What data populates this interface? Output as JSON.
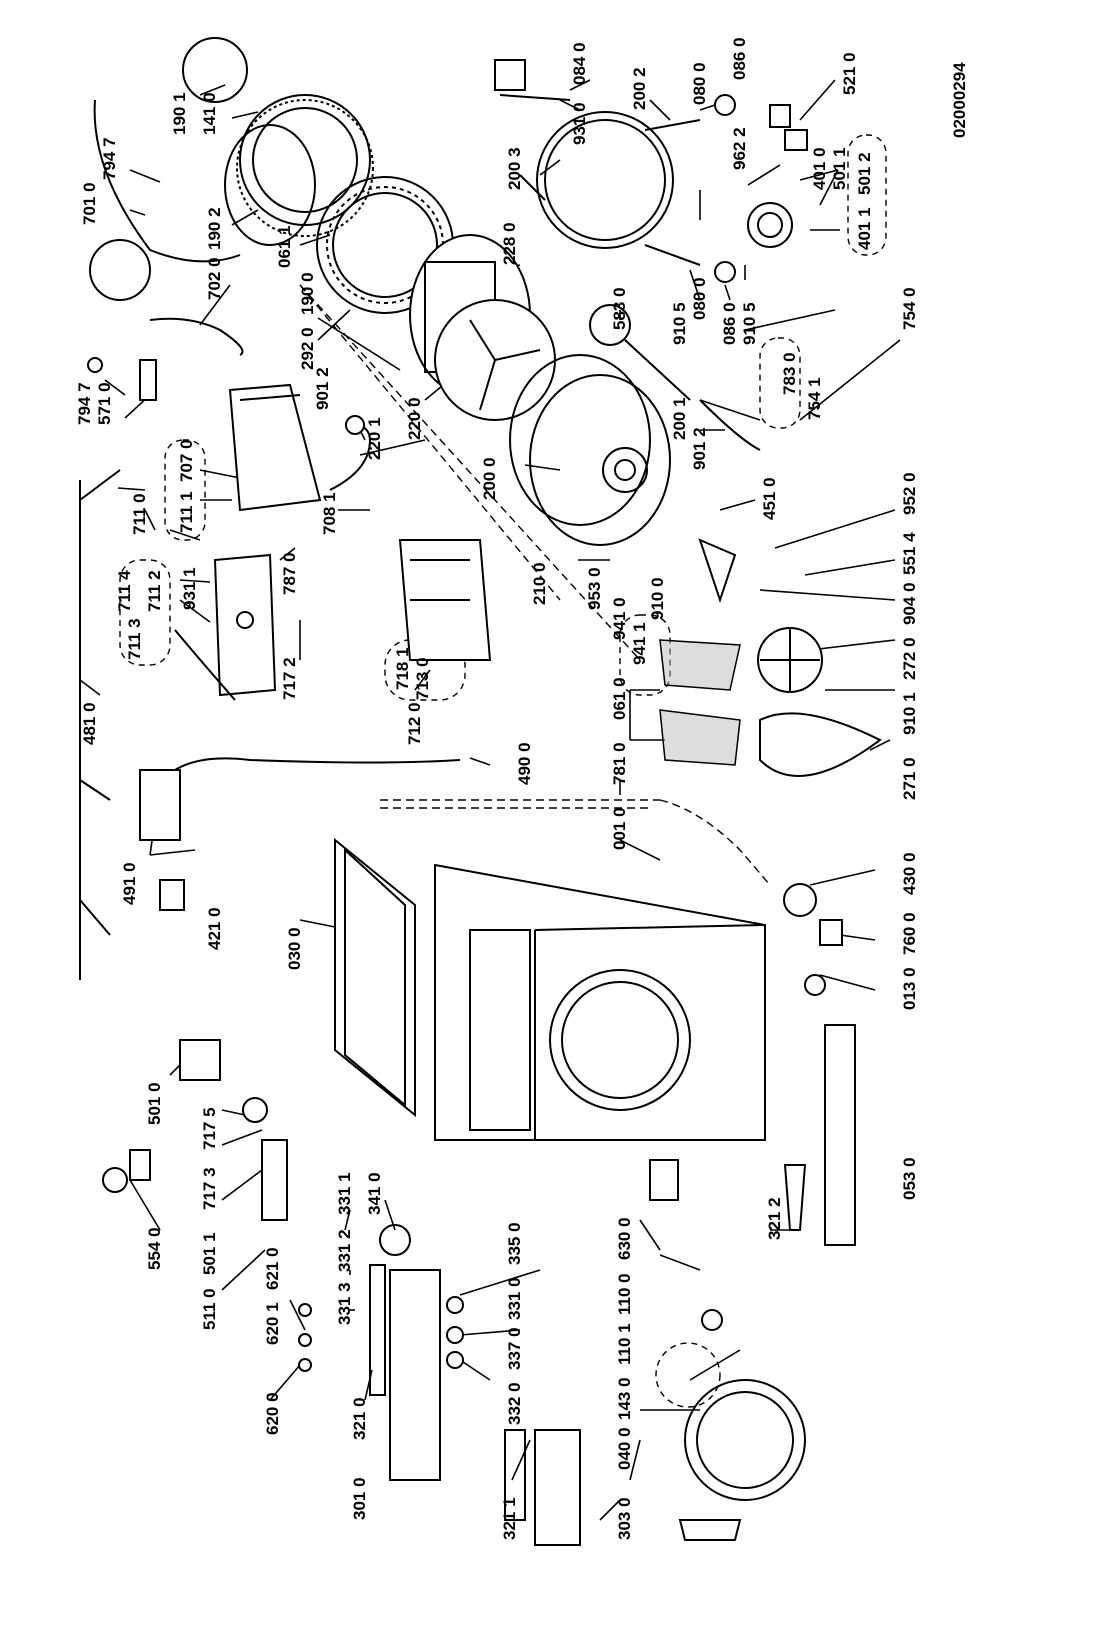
{
  "drawing_code": "02000294",
  "labels": {
    "l1901": "190 1",
    "l1410": "141 0",
    "l7947a": "794 7",
    "l7010": "701 0",
    "l1902": "190 2",
    "l0611": "061 1",
    "l7020": "702 0",
    "l1900": "190 0",
    "l2920": "292 0",
    "l2280": "228 0",
    "l7947b": "794 7",
    "l5710": "571 0",
    "l9012a": "901 2",
    "l2201": "220 1",
    "l2200": "220 0",
    "l7070": "707 0",
    "l7111": "711 1",
    "l7081": "708 1",
    "l7110": "711 0",
    "l2000": "200 0",
    "l7114": "711 4",
    "l7112": "711 2",
    "l7113": "711 3",
    "l9311a": "931 1",
    "l7870": "787 0",
    "l7172": "717 2",
    "l2100": "210 0",
    "l4810": "481 0",
    "l7181": "718 1",
    "l7130": "713 0",
    "l7120": "712 0",
    "l4900": "490 0",
    "l4910": "491 0",
    "l4210": "421 0",
    "l0300": "030 0",
    "l5010": "501 0",
    "l7175": "717 5",
    "l7173": "717 3",
    "l5540": "554 0",
    "l5011": "501 1",
    "l3311": "331 1",
    "l3410": "341 0",
    "l5110": "511 0",
    "l3312": "331 2",
    "l6210": "621 0",
    "l3313": "331 3",
    "l6201": "620 1",
    "l6200": "620 0",
    "l3210": "321 0",
    "l3320": "332 0",
    "l3370": "337 0",
    "l3310": "331 0",
    "l3350": "335 0",
    "l3010": "301 0",
    "l3211": "321 1",
    "l3030": "303 0",
    "l0400": "040 0",
    "l1430": "143 0",
    "l1101": "110 1",
    "l1100": "110 0",
    "l6300": "630 0",
    "l3212": "321 2",
    "l0530": "053 0",
    "l0130": "013 0",
    "l7600": "760 0",
    "l4300": "430 0",
    "l0010": "001 0",
    "l7810": "781 0",
    "l2710": "271 0",
    "l9101a": "910 1",
    "l2720": "272 0",
    "l9040": "904 0",
    "l5514": "551 4",
    "l9520": "952 0",
    "l4510": "451 0",
    "l0610": "061 0",
    "l9411": "941 1",
    "l9410": "941 0",
    "l9100": "910 0",
    "l9530": "953 0",
    "l9012b": "901 2",
    "l2001": "200 1",
    "l7540": "754 0",
    "l7830": "783 0",
    "l7541": "754 1",
    "l5830": "583 0",
    "l9105a": "910 5",
    "l0800a": "080 0",
    "l0860a": "086 0",
    "l9105b": "910 5",
    "l2003": "200 3",
    "l0840": "084 0",
    "l9310b": "931 0",
    "l2002": "200 2",
    "l0800b": "080 0",
    "l0860b": "086 0",
    "l9622": "962 2",
    "l5210": "521 0",
    "l4010": "401 0",
    "l5012": "501 2",
    "l5011b": "501 1",
    "l4011": "401 1"
  }
}
